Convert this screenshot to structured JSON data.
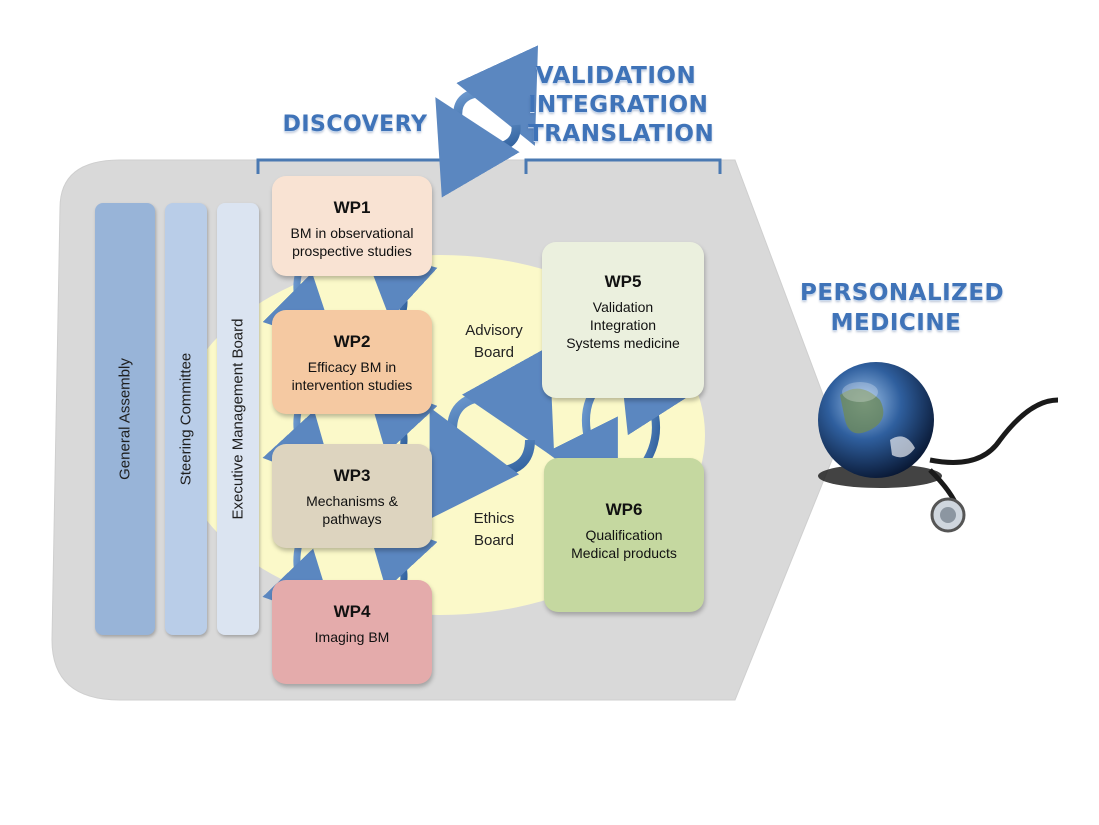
{
  "headings": {
    "discovery": "DISCOVERY",
    "validation": [
      "VALIDATION",
      "INTEGRATION",
      "TRANSLATION"
    ],
    "personalized": [
      "PERSONALIZED",
      "MEDICINE"
    ]
  },
  "governance": [
    {
      "label": "General Assembly",
      "color": "#98b4d8"
    },
    {
      "label": "Steering Committee",
      "color": "#b9cde8"
    },
    {
      "label": "Executive Management Board",
      "color": "#dbe4f1"
    }
  ],
  "work_packages": [
    {
      "id": "WP1",
      "lines": [
        "BM in observational",
        "prospective studies"
      ],
      "color": "#f9e3d3"
    },
    {
      "id": "WP2",
      "lines": [
        "Efficacy BM in",
        "intervention studies"
      ],
      "color": "#f5c9a2"
    },
    {
      "id": "WP3",
      "lines": [
        "Mechanisms &",
        "pathways"
      ],
      "color": "#ddd4bf"
    },
    {
      "id": "WP4",
      "lines": [
        "Imaging BM"
      ],
      "color": "#e4abab"
    },
    {
      "id": "WP5",
      "lines": [
        "Validation",
        "Integration",
        "Systems medicine"
      ],
      "color": "#ebf0de"
    },
    {
      "id": "WP6",
      "lines": [
        "Qualification",
        "Medical products"
      ],
      "color": "#c5d8a0"
    }
  ],
  "boards": {
    "advisory": [
      "Advisory",
      "Board"
    ],
    "ethics": [
      "Ethics",
      "Board"
    ]
  },
  "colors": {
    "heading": "#3f73b8",
    "panel": "#d9d9d9",
    "ellipse": "#fdfbc8",
    "arrow": "#4a79b2"
  },
  "icons": [
    "globe-stethoscope-image"
  ]
}
